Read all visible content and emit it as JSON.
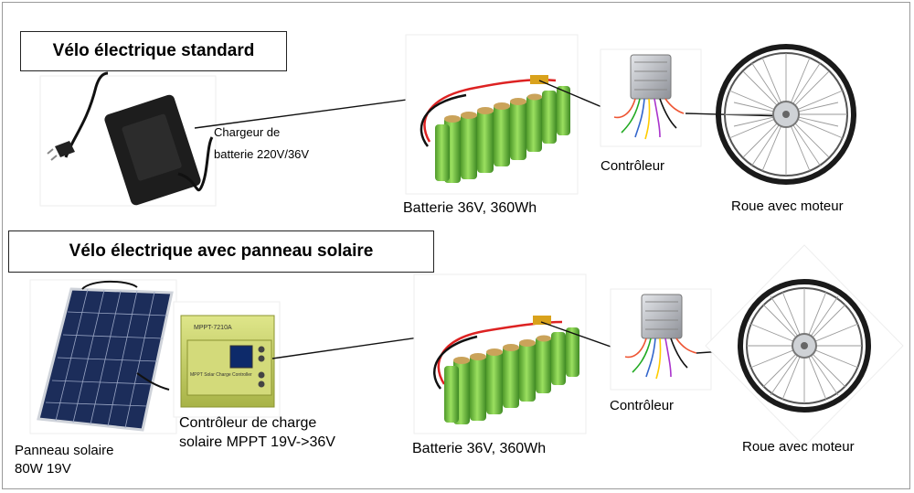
{
  "sections": {
    "standard": {
      "title": "Vélo électrique standard",
      "charger_label_line1": "Chargeur de",
      "charger_label_line2": "batterie 220V/36V",
      "battery_label": "Batterie 36V, 360Wh",
      "controller_label": "Contrôleur",
      "wheel_label": "Roue avec moteur"
    },
    "solar": {
      "title": "Vélo électrique avec panneau solaire",
      "panel_label_line1": "Panneau solaire",
      "panel_label_line2": "80W 19V",
      "mppt_label_line1": "Contrôleur de charge",
      "mppt_label_line2": "solaire MPPT  19V->36V",
      "mppt_device_text": "MPPT-7210A",
      "mppt_device_subtext": "MPPT Solar Charge Controller",
      "battery_label": "Batterie 36V, 360Wh",
      "controller_label": "Contrôleur",
      "wheel_label": "Roue avec moteur"
    }
  },
  "colors": {
    "battery_green": "#7cc84a",
    "panel_blue": "#1c2d5a",
    "mppt_green": "#c7d36a",
    "controller_silver": "#b9bcc2"
  }
}
